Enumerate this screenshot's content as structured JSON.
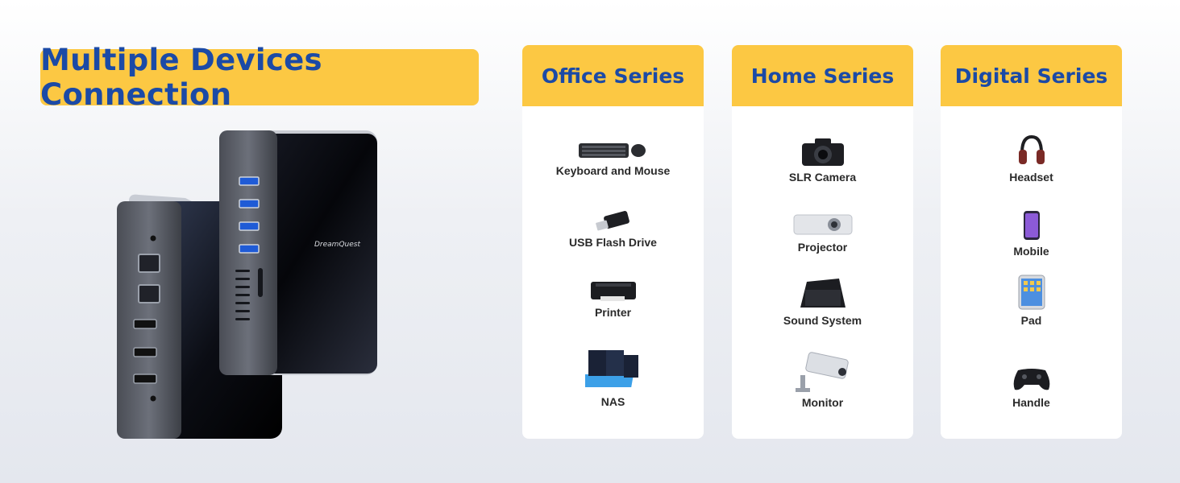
{
  "title": "Multiple Devices Connection",
  "device": {
    "brand": "DreamQuest"
  },
  "colors": {
    "accent": "#fcc843",
    "title_text": "#1b4aa6"
  },
  "series": [
    {
      "name": "Office Series",
      "items": [
        {
          "label": "Keyboard and Mouse",
          "icon": "keyboard-mouse-icon"
        },
        {
          "label": "USB Flash Drive",
          "icon": "usb-flash-drive-icon"
        },
        {
          "label": "Printer",
          "icon": "printer-icon"
        },
        {
          "label": "NAS",
          "icon": "nas-icon"
        }
      ]
    },
    {
      "name": "Home Series",
      "items": [
        {
          "label": "SLR Camera",
          "icon": "slr-camera-icon"
        },
        {
          "label": "Projector",
          "icon": "projector-icon"
        },
        {
          "label": "Sound System",
          "icon": "sound-system-icon"
        },
        {
          "label": "Monitor",
          "icon": "security-camera-icon"
        }
      ]
    },
    {
      "name": "Digital Series",
      "items": [
        {
          "label": "Headset",
          "icon": "headset-icon"
        },
        {
          "label": "Mobile",
          "icon": "mobile-phone-icon"
        },
        {
          "label": "Pad",
          "icon": "tablet-icon"
        },
        {
          "label": "Handle",
          "icon": "gamepad-icon"
        }
      ]
    }
  ]
}
